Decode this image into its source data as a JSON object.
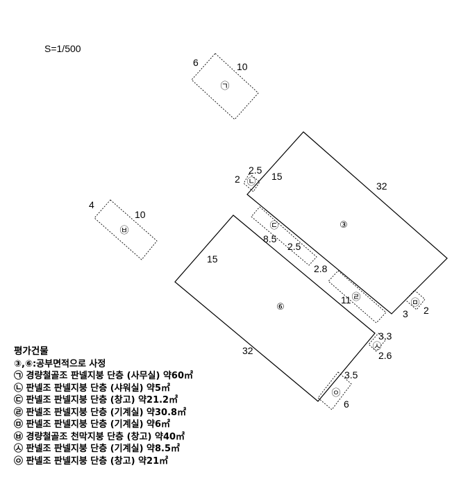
{
  "scale": "S=1/500",
  "legend": {
    "title": "평가건물",
    "note": "③,⑥:공부면적으로 사정",
    "items": [
      "㉠ 경량철골조 판넬지붕 단층 (사무실) 약60㎡",
      "㉡ 판넬조 판넬지붕 단층 (샤워실) 약5㎡",
      "㉢ 판넬조 판넬지붕 단층 (창고) 약21.2㎡",
      "㉣ 판넬조 판넬지붕 단층 (기계실) 약30.8㎡",
      "㉤ 판넬조 판넬지붕 단층 (기계실) 약6㎡",
      "㉥ 경량철골조 천막지붕 단층 (창고) 약40㎡",
      "㉦ 판넬조 판넬지붕 단층 (기계실) 약8.5㎡",
      "㉧ 판넬조 판넬지붕 단층 (창고) 약21㎡"
    ]
  },
  "buildings": {
    "b3": {
      "mark": "③",
      "dims": [
        "15",
        "32"
      ]
    },
    "b6": {
      "mark": "⑥",
      "dims": [
        "15",
        "32"
      ]
    },
    "g": {
      "mark": "㉠",
      "dims": [
        "6",
        "10"
      ]
    },
    "n": {
      "mark": "㉡",
      "dims": [
        "2",
        "2.5"
      ]
    },
    "d": {
      "mark": "㉢",
      "dims": [
        "8.5",
        "2.5"
      ]
    },
    "r": {
      "mark": "㉣",
      "dims": [
        "2.8",
        "11"
      ]
    },
    "m": {
      "mark": "㉤",
      "dims": [
        "3",
        "2"
      ]
    },
    "b": {
      "mark": "㉥",
      "dims": [
        "4",
        "10"
      ]
    },
    "s": {
      "mark": "㉦",
      "dims": [
        "3.3",
        "2.6"
      ]
    },
    "o": {
      "mark": "㉧",
      "dims": [
        "3.5",
        "6"
      ]
    }
  }
}
